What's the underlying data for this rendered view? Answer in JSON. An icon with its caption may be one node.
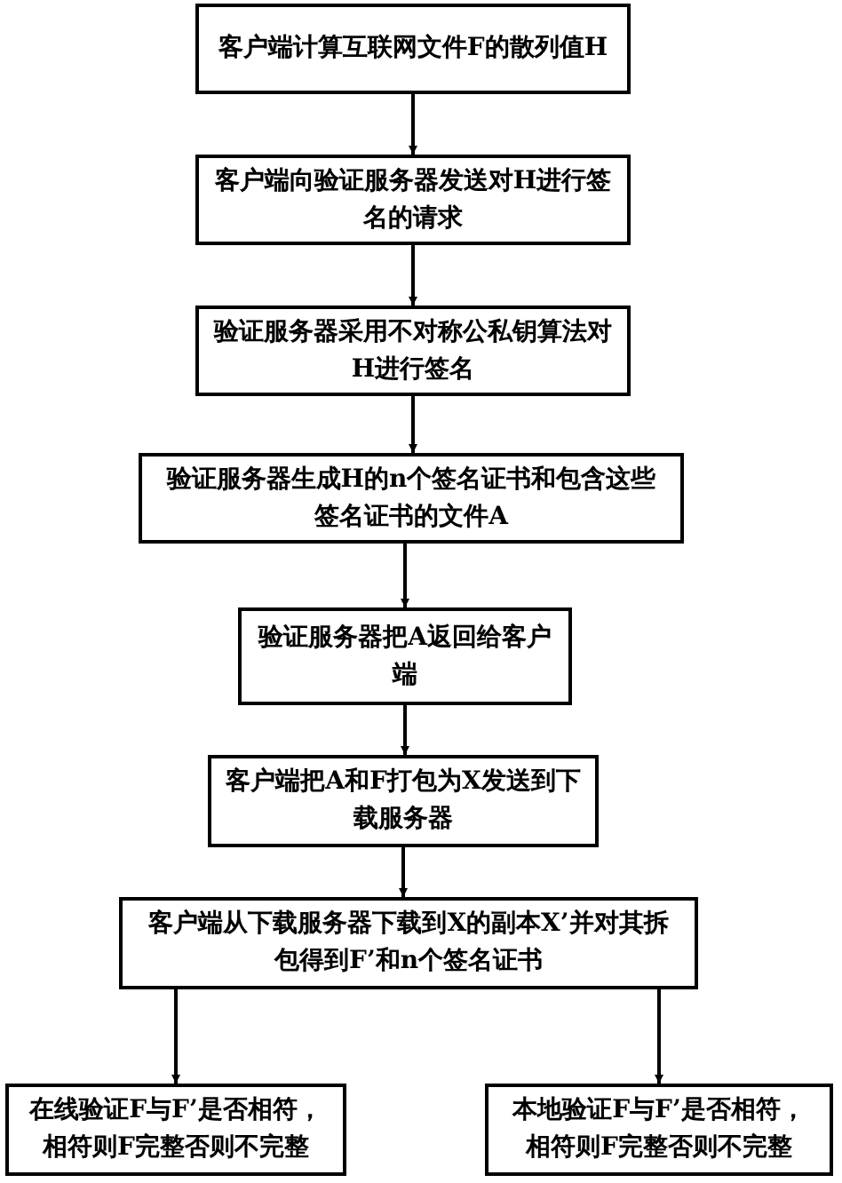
{
  "diagram": {
    "nodes": [
      {
        "text": [
          "客户端计算互联网文件F的散列值H"
        ]
      },
      {
        "text": [
          "客户端向验证服务器发送对H进行签名的请求"
        ]
      },
      {
        "text": [
          "验证服务器采用不对称公私钥算法对H进行签名"
        ]
      },
      {
        "text": [
          "验证服务器生成H的n个签名证书和包含这些签名证书的文件A"
        ]
      },
      {
        "text": [
          "验证服务器把A返回给客户端"
        ]
      },
      {
        "text": [
          "客户端把A和F打包为X发送到下载服务器"
        ]
      },
      {
        "text": [
          "客户端从下载服务器下载到X的副本X’并对其拆包得到F’和n个签名证书"
        ]
      },
      {
        "text": [
          "在线验证F与F’是否相符，相符则F完整否则不完整"
        ]
      },
      {
        "text": [
          "本地验证F与F’是否相符，相符则F完整否则不完整"
        ]
      }
    ],
    "edges": [
      {
        "from": 0,
        "to": 1,
        "arrow": "to"
      },
      {
        "from": 1,
        "to": 2,
        "arrow": "to"
      },
      {
        "from": 2,
        "to": 3,
        "arrow": "to"
      },
      {
        "from": 3,
        "to": 4,
        "arrow": "to"
      },
      {
        "from": 4,
        "to": 5,
        "arrow": "to"
      },
      {
        "from": 5,
        "to": 6,
        "arrow": "to"
      },
      {
        "from": 6,
        "to": 7,
        "arrow": "to"
      },
      {
        "from": 6,
        "to": 8,
        "arrow": "to"
      }
    ]
  }
}
